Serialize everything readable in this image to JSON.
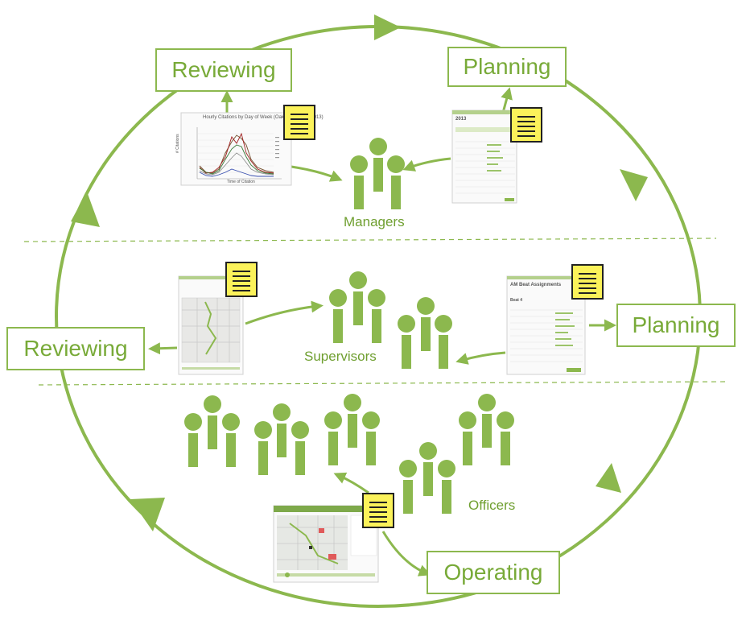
{
  "cycle": {
    "stages": {
      "manager_reviewing": "Reviewing",
      "manager_planning": "Planning",
      "supervisor_reviewing": "Reviewing",
      "supervisor_planning": "Planning",
      "officer_operating": "Operating"
    },
    "groups": {
      "managers": "Managers",
      "supervisors": "Supervisors",
      "officers": "Officers"
    }
  },
  "screenshots": {
    "manager_report_title": "Hourly Citations by Day of Week (Oakland Co., FY2013)",
    "manager_report_ylabel": "# Citations",
    "manager_report_xlabel": "Time of Citation",
    "manager_plan_title": "2013",
    "supervisor_plan_title": "AM Beat Assignments",
    "supervisor_plan_subtitle": "Beat 4"
  },
  "colors": {
    "accent": "#8cb84e",
    "text": "#78aa38",
    "note": "#fbf25a"
  }
}
